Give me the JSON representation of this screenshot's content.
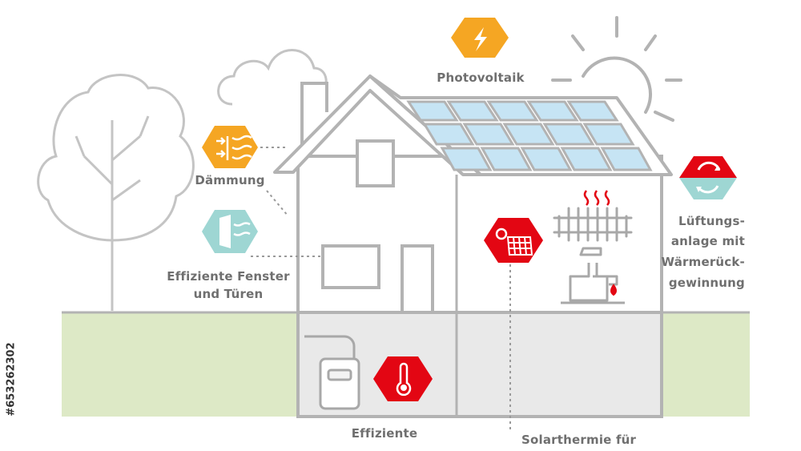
{
  "labels": {
    "photovoltaik": "Photovoltaik",
    "daemmung": "Dämmung",
    "fenster_line1": "Effiziente  Fenster",
    "fenster_line2": "und Türen",
    "lueftung_line1": "Lüftungs-",
    "lueftung_line2": "anlage mit",
    "lueftung_line3": "Wärmerück-",
    "lueftung_line4": "gewinnung",
    "heizung_line1": "Effiziente",
    "solarthermie_line1": "Solarthermie für"
  },
  "stock_id": "#653262302",
  "icons": [
    {
      "name": "lightning-bolt-icon",
      "color": "#f5a623"
    },
    {
      "name": "insulation-arrows-icon",
      "color": "#f5a623"
    },
    {
      "name": "window-door-icon",
      "color": "#9ed6d3"
    },
    {
      "name": "recycle-ventilation-icon",
      "color": "#e30613"
    },
    {
      "name": "solar-thermal-panel-icon",
      "color": "#e30613"
    },
    {
      "name": "thermometer-icon",
      "color": "#e30613"
    }
  ],
  "colors": {
    "outline": "#b3b3b3",
    "ground": "#dde9c6",
    "basement": "#e9e9e9",
    "panel": "#c6e4f4",
    "accent_red": "#e30613",
    "accent_orange": "#f5a623",
    "accent_teal": "#9ed6d3"
  }
}
